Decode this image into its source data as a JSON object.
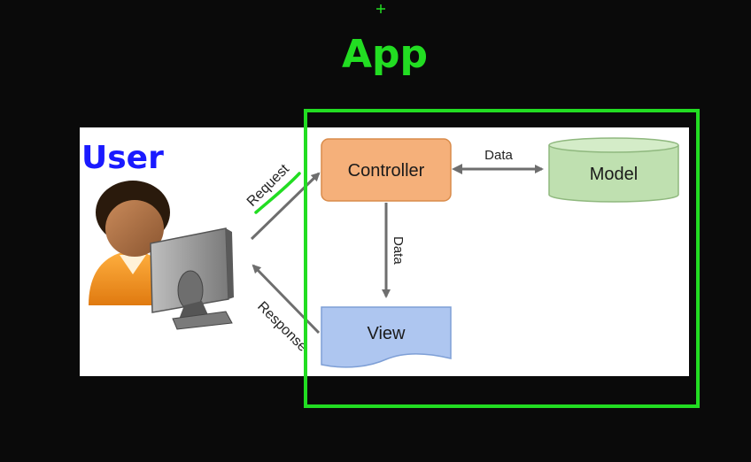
{
  "annotations": {
    "app_label": "App",
    "user_label": "User",
    "app_color": "#22dd22",
    "user_color": "#1a1aff"
  },
  "diagram": {
    "nodes": {
      "controller": {
        "label": "Controller",
        "color": "#f5b07a",
        "stroke": "#d98b4a"
      },
      "model": {
        "label": "Model",
        "color": "#bfe0b0",
        "stroke": "#8fb87e"
      },
      "view": {
        "label": "View",
        "color": "#aec6f0",
        "stroke": "#7e9fd6"
      }
    },
    "edges": {
      "request": "Request",
      "response": "Response",
      "controller_model": "Data",
      "controller_view": "Data"
    },
    "arrow_color": "#6e6e6e"
  },
  "icons": {
    "user_at_computer": "user-computer-icon",
    "cursor": "crosshair-cursor-icon"
  }
}
